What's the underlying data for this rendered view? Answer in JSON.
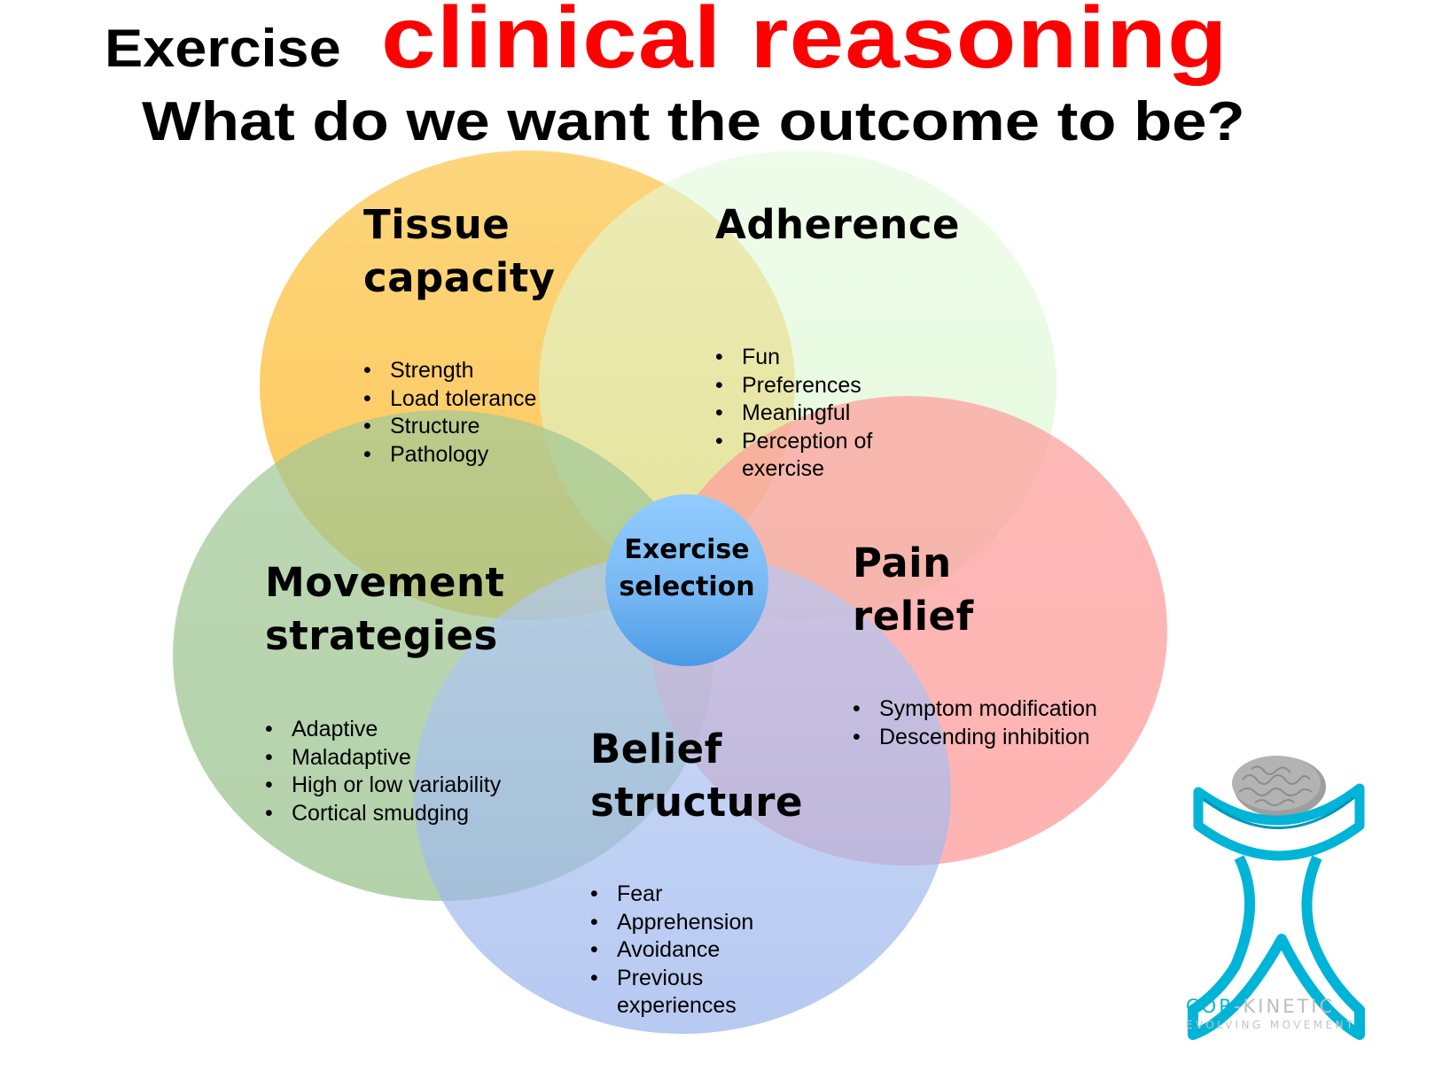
{
  "title": {
    "prefix": "Exercise",
    "highlight": "clinical reasoning",
    "subtitle": "What do we want the outcome to be?"
  },
  "colors": {
    "title_highlight": "#ff0000",
    "tissue_capacity": "#fdc757",
    "adherence": "#d8f7cf",
    "movement_strategies": "#9dc590",
    "pain_relief": "#fd9a98",
    "belief_structure": "#a6bdf1",
    "center_top": "#91caff",
    "center_bottom": "#4c9ee8",
    "logo_primary": "#00b4d8",
    "logo_secondary": "#bdbdbd"
  },
  "center": {
    "line1": "Exercise",
    "line2": "selection"
  },
  "sets": [
    {
      "id": "tissue_capacity",
      "heading_line1": "Tissue",
      "heading_line2": "capacity",
      "items": [
        "Strength",
        "Load tolerance",
        "Structure",
        "Pathology"
      ]
    },
    {
      "id": "adherence",
      "heading_line1": "Adherence",
      "heading_line2": "",
      "items": [
        "Fun",
        "Preferences",
        "Meaningful",
        "Perception of exercise"
      ]
    },
    {
      "id": "movement_strategies",
      "heading_line1": "Movement",
      "heading_line2": "strategies",
      "items": [
        "Adaptive",
        "Maladaptive",
        "High or low variability",
        "Cortical smudging"
      ]
    },
    {
      "id": "pain_relief",
      "heading_line1": "Pain",
      "heading_line2": "relief",
      "items": [
        "Symptom modification",
        "Descending inhibition"
      ]
    },
    {
      "id": "belief_structure",
      "heading_line1": "Belief",
      "heading_line2": "structure",
      "items": [
        "Fear",
        "Apprehension",
        "Avoidance",
        "Previous experiences"
      ]
    }
  ],
  "logo": {
    "name_part1": "COR",
    "name_part2": "-KINETIC",
    "tagline": "EVOLVING MOVEMENT",
    "icon": "brain-figure-icon"
  }
}
